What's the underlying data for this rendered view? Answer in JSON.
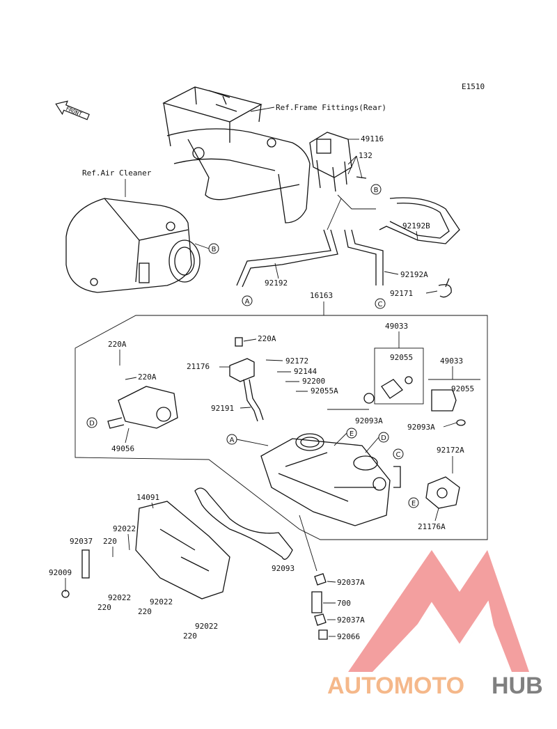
{
  "diagram": {
    "code": "E1510",
    "front_label": "FRONT",
    "refs": {
      "frame": "Ref.Frame Fittings(Rear)",
      "air_cleaner": "Ref.Air Cleaner"
    },
    "part_numbers": {
      "p49116": "49116",
      "p132": "132",
      "p92192B": "92192B",
      "p92192": "92192",
      "p92192A": "92192A",
      "p92171": "92171",
      "p16163": "16163",
      "p220A_a": "220A",
      "p220A_b": "220A",
      "p220A_c": "220A",
      "p21176": "21176",
      "p92172": "92172",
      "p92144": "92144",
      "p92200": "92200",
      "p92055A": "92055A",
      "p49033_a": "49033",
      "p92055_a": "92055",
      "p49033_b": "49033",
      "p92055_b": "92055",
      "p92191": "92191",
      "p92093A_a": "92093A",
      "p92093A_b": "92093A",
      "p49056": "49056",
      "p92172A": "92172A",
      "p21176A": "21176A",
      "p14091": "14091",
      "p92022_a": "92022",
      "p92037": "92037",
      "p220_a": "220",
      "p92009": "92009",
      "p92022_b": "92022",
      "p220_b": "220",
      "p92022_c": "92022",
      "p220_c": "220",
      "p92022_d": "92022",
      "p220_d": "220",
      "p92093": "92093",
      "p92037A_a": "92037A",
      "p700": "700",
      "p92037A_b": "92037A",
      "p92066": "92066"
    },
    "connectors": {
      "b1": "B",
      "b2": "B",
      "a1": "A",
      "a2": "A",
      "c1": "C",
      "c2": "C",
      "d1": "D",
      "d2": "D",
      "e1": "E",
      "e2": "E"
    },
    "watermark": {
      "word_a": "AUTOMOTO",
      "word_b": "HUB",
      "color_a": "#f5b88a",
      "color_b": "#808080",
      "logo_color": "#f08080"
    }
  }
}
